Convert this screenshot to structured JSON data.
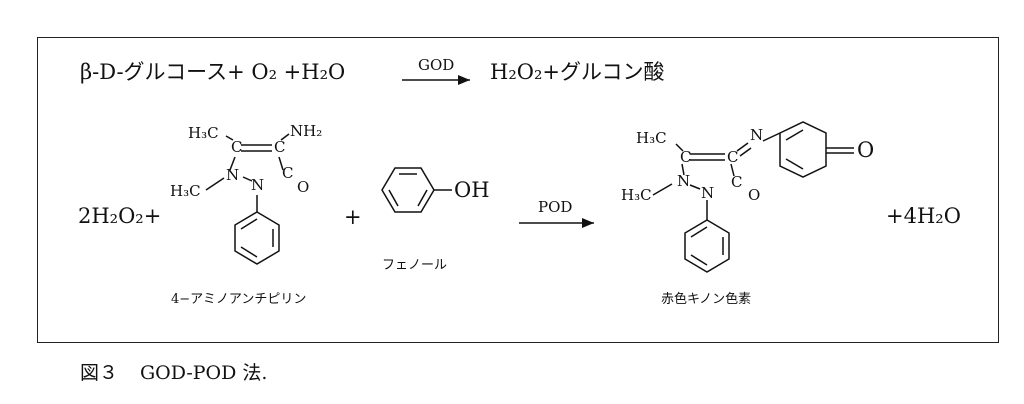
{
  "reaction1": {
    "reactants": "β-D-グルコース+ O₂ +H₂O",
    "enzyme": "GOD",
    "products": "H₂O₂+グルコン酸"
  },
  "reaction2": {
    "coefficient": "2H₂O₂+",
    "reagent1": {
      "name": "4−アミノアンチピリン",
      "h3c_top": "H₃C",
      "nh2": "NH₂",
      "c_left": "C",
      "c_right": "C",
      "n1": "N",
      "n2": "N",
      "o": "O",
      "h3c_n": "H₃C",
      "c_o": "C"
    },
    "plus": "+",
    "reagent2": {
      "name": "フェノール",
      "oh": "OH"
    },
    "enzyme": "POD",
    "product": {
      "name": "赤色キノン色素",
      "h3c_top": "H₃C",
      "n_imine": "N",
      "o_quinone": "O",
      "c_left": "C",
      "c_right": "C",
      "n1": "N",
      "n2": "N",
      "o": "O",
      "h3c_n": "H₃C",
      "c_o": "C"
    },
    "water": "+4H₂O"
  },
  "caption": {
    "label": "図３",
    "title": "GOD-POD 法."
  }
}
